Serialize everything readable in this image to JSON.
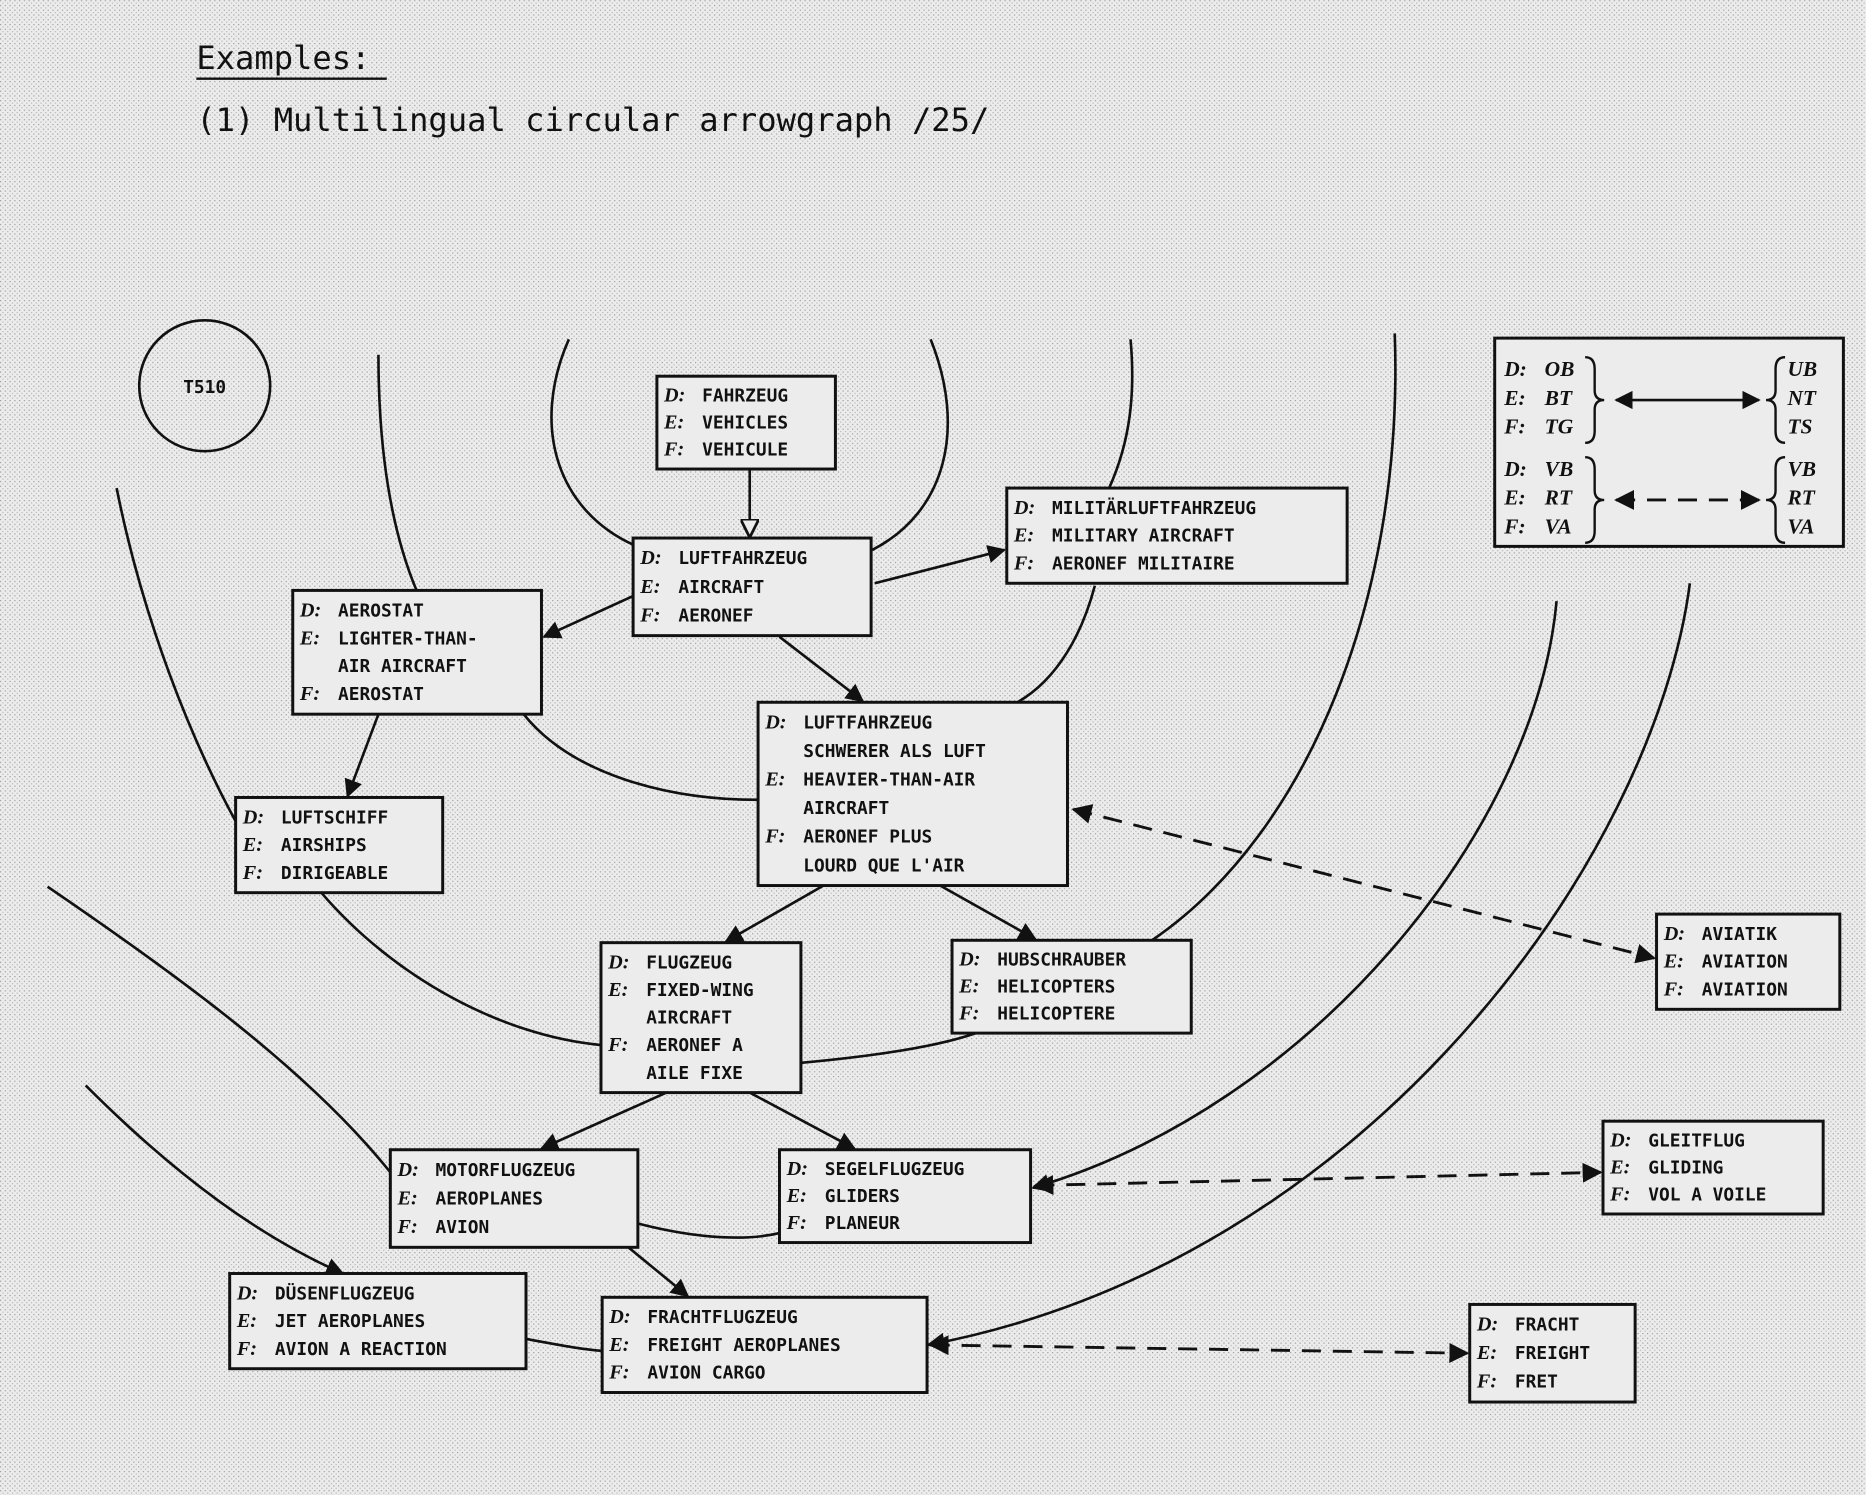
{
  "heading": "Examples:",
  "subtitle": "(1) Multilingual circular arrowgraph /25/",
  "circle_label": "T510",
  "legend": {
    "rows": [
      {
        "left": [
          [
            "D:",
            "OB"
          ],
          [
            "E:",
            "BT"
          ],
          [
            "F:",
            "TG"
          ]
        ],
        "right": [
          "UB",
          "NT",
          "TS"
        ],
        "arrow": "solid"
      },
      {
        "left": [
          [
            "D:",
            "VB"
          ],
          [
            "E:",
            "RT"
          ],
          [
            "F:",
            "VA"
          ]
        ],
        "right": [
          "VB",
          "RT",
          "VA"
        ],
        "arrow": "dashed"
      }
    ]
  },
  "boxes": [
    {
      "id": "fahrzeug",
      "lines": [
        [
          "D:",
          "FAHRZEUG"
        ],
        [
          "E:",
          "VEHICLES"
        ],
        [
          "F:",
          "VEHICULE"
        ]
      ]
    },
    {
      "id": "luftfahrzeug",
      "lines": [
        [
          "D:",
          "LUFTFAHRZEUG"
        ],
        [
          "E:",
          "AIRCRAFT"
        ],
        [
          "F:",
          "AERONEF"
        ]
      ]
    },
    {
      "id": "militaerluftfahrzeug",
      "lines": [
        [
          "D:",
          "MILITÄRLUFTFAHRZEUG"
        ],
        [
          "E:",
          "MILITARY AIRCRAFT"
        ],
        [
          "F:",
          "AERONEF MILITAIRE"
        ]
      ]
    },
    {
      "id": "aerostat",
      "lines": [
        [
          "D:",
          "AEROSTAT"
        ],
        [
          "E:",
          "LIGHTER-THAN-"
        ],
        [
          "",
          "AIR AIRCRAFT"
        ],
        [
          "F:",
          "AEROSTAT"
        ]
      ]
    },
    {
      "id": "heavier-than-air",
      "lines": [
        [
          "D:",
          "LUFTFAHRZEUG"
        ],
        [
          "",
          "SCHWERER ALS LUFT"
        ],
        [
          "E:",
          "HEAVIER-THAN-AIR"
        ],
        [
          "",
          "AIRCRAFT"
        ],
        [
          "F:",
          "AERONEF PLUS"
        ],
        [
          "",
          "LOURD QUE L'AIR"
        ]
      ]
    },
    {
      "id": "luftschiff",
      "lines": [
        [
          "D:",
          "LUFTSCHIFF"
        ],
        [
          "E:",
          "AIRSHIPS"
        ],
        [
          "F:",
          "DIRIGEABLE"
        ]
      ]
    },
    {
      "id": "flugzeug",
      "lines": [
        [
          "D:",
          "FLUGZEUG"
        ],
        [
          "E:",
          "FIXED-WING"
        ],
        [
          "",
          "AIRCRAFT"
        ],
        [
          "F:",
          "AERONEF A"
        ],
        [
          "",
          "AILE FIXE"
        ]
      ]
    },
    {
      "id": "hubschrauber",
      "lines": [
        [
          "D:",
          "HUBSCHRAUBER"
        ],
        [
          "E:",
          "HELICOPTERS"
        ],
        [
          "F:",
          "HELICOPTERE"
        ]
      ]
    },
    {
      "id": "motorflugzeug",
      "lines": [
        [
          "D:",
          "MOTORFLUGZEUG"
        ],
        [
          "E:",
          "AEROPLANES"
        ],
        [
          "F:",
          "AVION"
        ]
      ]
    },
    {
      "id": "segelflugzeug",
      "lines": [
        [
          "D:",
          "SEGELFLUGZEUG"
        ],
        [
          "E:",
          "GLIDERS"
        ],
        [
          "F:",
          "PLANEUR"
        ]
      ]
    },
    {
      "id": "duesenflugzeug",
      "lines": [
        [
          "D:",
          "DÜSENFLUGZEUG"
        ],
        [
          "E:",
          "JET AEROPLANES"
        ],
        [
          "F:",
          "AVION A REACTION"
        ]
      ]
    },
    {
      "id": "frachtflugzeug",
      "lines": [
        [
          "D:",
          "FRACHTFLUGZEUG"
        ],
        [
          "E:",
          "FREIGHT AEROPLANES"
        ],
        [
          "F:",
          "AVION CARGO"
        ]
      ]
    },
    {
      "id": "fracht",
      "lines": [
        [
          "D:",
          "FRACHT"
        ],
        [
          "E:",
          "FREIGHT"
        ],
        [
          "F:",
          "FRET"
        ]
      ]
    },
    {
      "id": "gleitflug",
      "lines": [
        [
          "D:",
          "GLEITFLUG"
        ],
        [
          "E:",
          "GLIDING"
        ],
        [
          "F:",
          "VOL A VOILE"
        ]
      ]
    },
    {
      "id": "aviatik",
      "lines": [
        [
          "D:",
          "AVIATIK"
        ],
        [
          "E:",
          "AVIATION"
        ],
        [
          "F:",
          "AVIATION"
        ]
      ]
    }
  ]
}
